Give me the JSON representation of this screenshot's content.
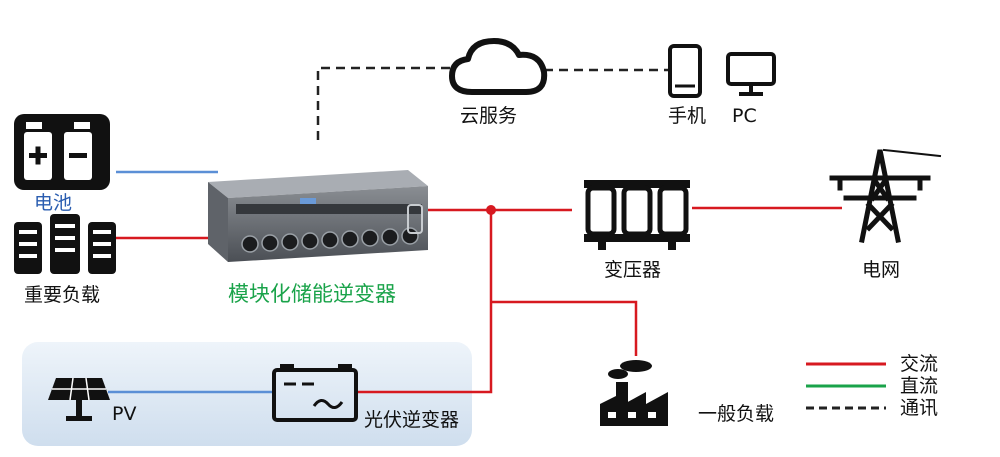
{
  "nodes": {
    "cloud": "云服务",
    "phone": "手机",
    "pc": "PC",
    "battery": "电池",
    "important_load": "重要负载",
    "inverter": "模块化储能逆变器",
    "transformer": "变压器",
    "grid": "电网",
    "pv": "PV",
    "pv_inverter": "光伏逆变器",
    "general_load": "一般负载"
  },
  "legend": {
    "ac": "交流",
    "dc": "直流",
    "comm": "通讯"
  },
  "colors": {
    "ac": "#d71920",
    "dc": "#1aa34a",
    "battery_link": "#5b8fd6",
    "comm": "#222222",
    "inverter_label": "#1aa34a",
    "battery_label": "#2a5db0",
    "pv_panel_bg": "#dbe7f3"
  }
}
